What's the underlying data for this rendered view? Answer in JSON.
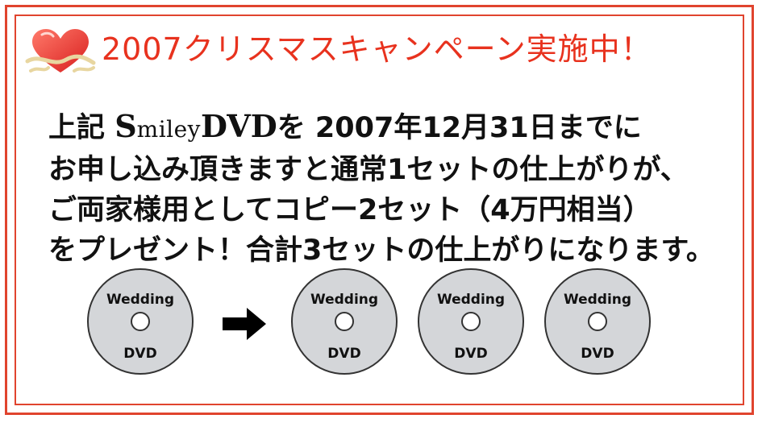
{
  "headline": "2007クリスマスキャンペーン実施中！",
  "body": {
    "line1_prefix": "上記 ",
    "brand": {
      "s": "S",
      "rest": "miley",
      "dvd": "DVD"
    },
    "line1_suffix": "を 2007年12月31日までに",
    "line2": "お申し込み頂きますと通常1セットの仕上がりが、",
    "line3": "ご両家様用としてコピー2セット（4万円相当）",
    "line4": "をプレゼント！合計3セットの仕上がりになります。"
  },
  "disc": {
    "top_label": "Wedding",
    "bottom_label": "DVD"
  },
  "icons": {
    "logo": "heart-ribbon-icon",
    "arrow": "arrow-right-icon"
  },
  "colors": {
    "accent": "#e0442e",
    "headline": "#e8321e",
    "disc_fill": "#d4d6d9",
    "text": "#111111"
  }
}
